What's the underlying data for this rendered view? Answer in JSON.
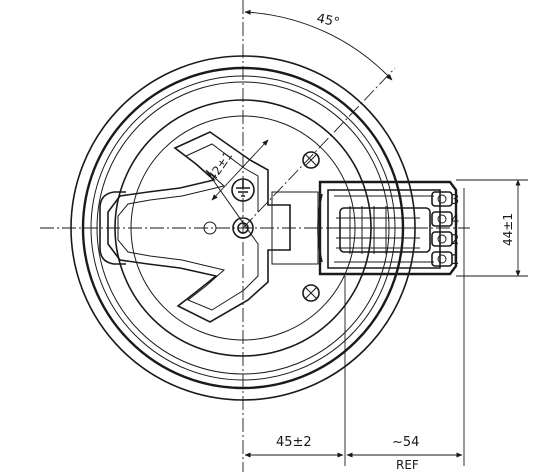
{
  "drawing": {
    "labels": {
      "angle": "45°",
      "radius_dim": "42±1",
      "width_dim": "44±1",
      "offset_dim": "45±2",
      "length_dim": "~54",
      "ref_note": "REF"
    },
    "terminals": [
      "3",
      "4",
      "2",
      "1"
    ]
  }
}
